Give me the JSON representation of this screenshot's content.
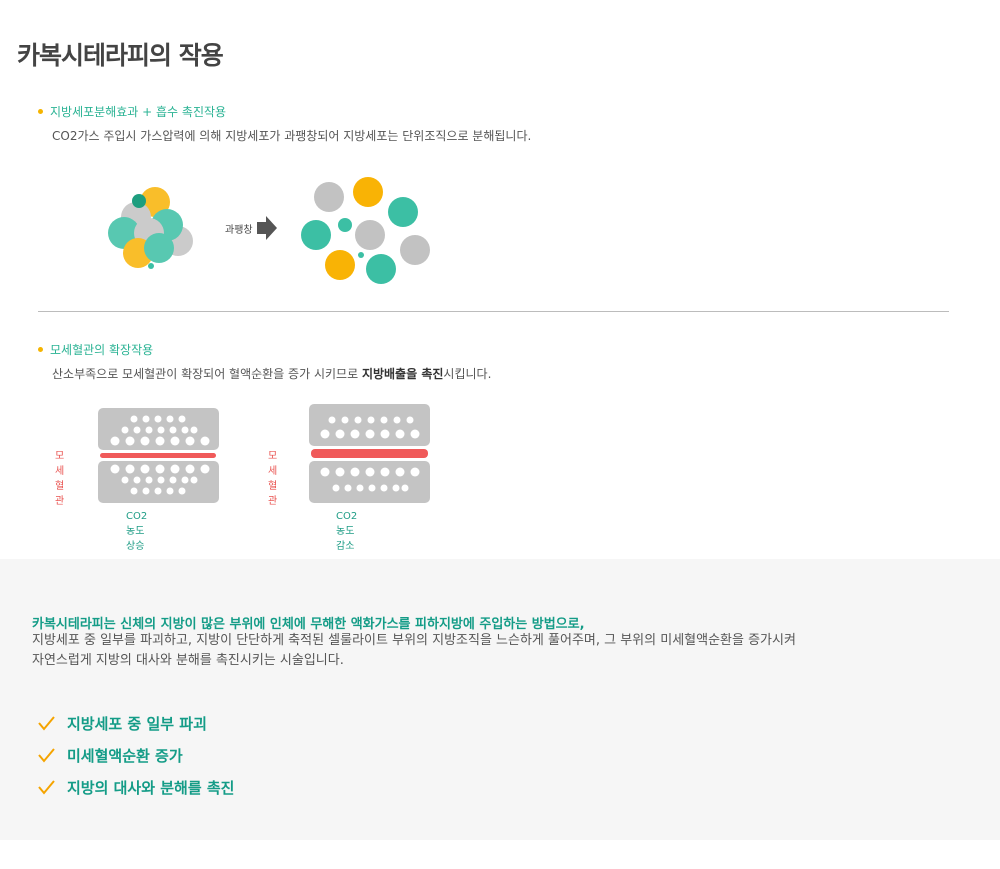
{
  "title": "카복시테라피의 작용",
  "section1": {
    "heading": "지방세포분해효과 + 흡수 촉진작용",
    "description": "CO2가스 주입시 가스압력에 의해 지방세포가 과팽창되어 지방세포는 단위조직으로 분해됩니다.",
    "arrow_label": "과팽창"
  },
  "section2": {
    "heading": "모세혈관의 확장작용",
    "description_pre": "산소부족으로 모세혈관이 확장되어 혈액순환을 증가 시키므로 ",
    "description_bold": "지방배출을 촉진",
    "description_post": "시킵니다.",
    "left_vessel_label": "모세혈관",
    "left_caption": "CO2농도 상승",
    "right_vessel_label": "모세혈관",
    "right_caption": "CO2농도 감소"
  },
  "summary": {
    "lead": "카복시테라피는 신체의 지방이 많은 부위에 인체에 무해한 액화가스를 피하지방에 주입하는 방법으로,",
    "line2": "지방세포 중 일부를 파괴하고, 지방이 단단하게 축적된 셀룰라이트 부위의 지방조직을 느슨하게 풀어주며, 그 부위의 미세혈액순환을 증가시켜",
    "line3": "자연스럽게 지방의 대사와 분해를 촉진시키는 시술입니다.",
    "checks": [
      "지방세포 중 일부 파괴",
      "미세혈액순환 증가",
      "지방의 대사와 분해를 촉진"
    ]
  },
  "colors": {
    "accent_green": "#2bb394",
    "bullet_yellow": "#f5b400",
    "bubble_yellow": "#f9b305",
    "bubble_green": "#3cbfa4",
    "bubble_gray": "#c2c2c2",
    "vessel_red": "#f05a5a",
    "check_orange": "#f5a400"
  },
  "icons": {
    "arrow": "right-arrow-icon",
    "check": "check-icon"
  }
}
